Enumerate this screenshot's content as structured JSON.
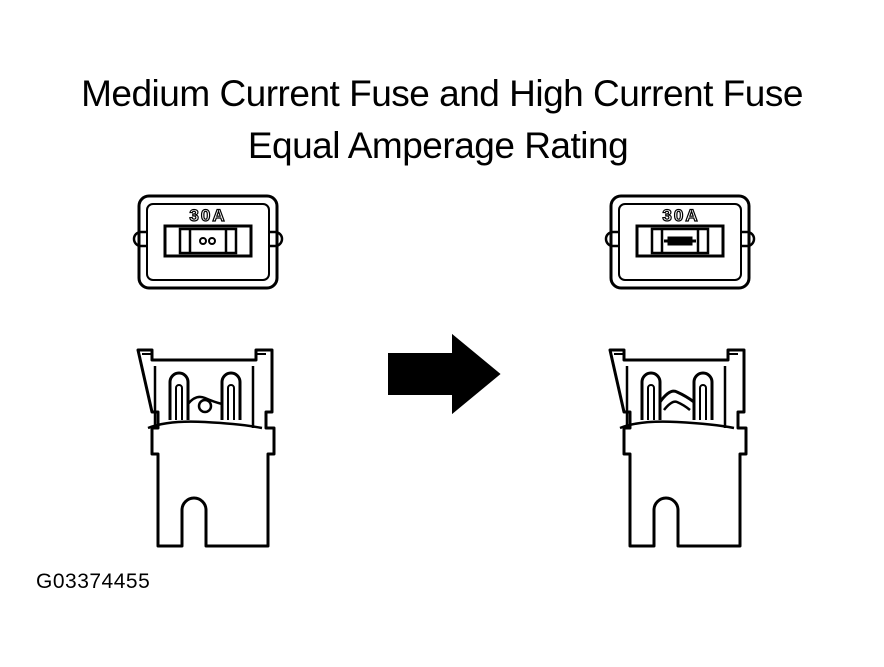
{
  "title": {
    "line1": "Medium Current Fuse and High Current Fuse",
    "line2": "Equal Amperage Rating"
  },
  "fuses": [
    {
      "id": "medium-current",
      "rating_label": "30A"
    },
    {
      "id": "high-current",
      "rating_label": "30A"
    }
  ],
  "figure_code": "G03374455",
  "colors": {
    "ink": "#000000",
    "background": "#ffffff"
  }
}
